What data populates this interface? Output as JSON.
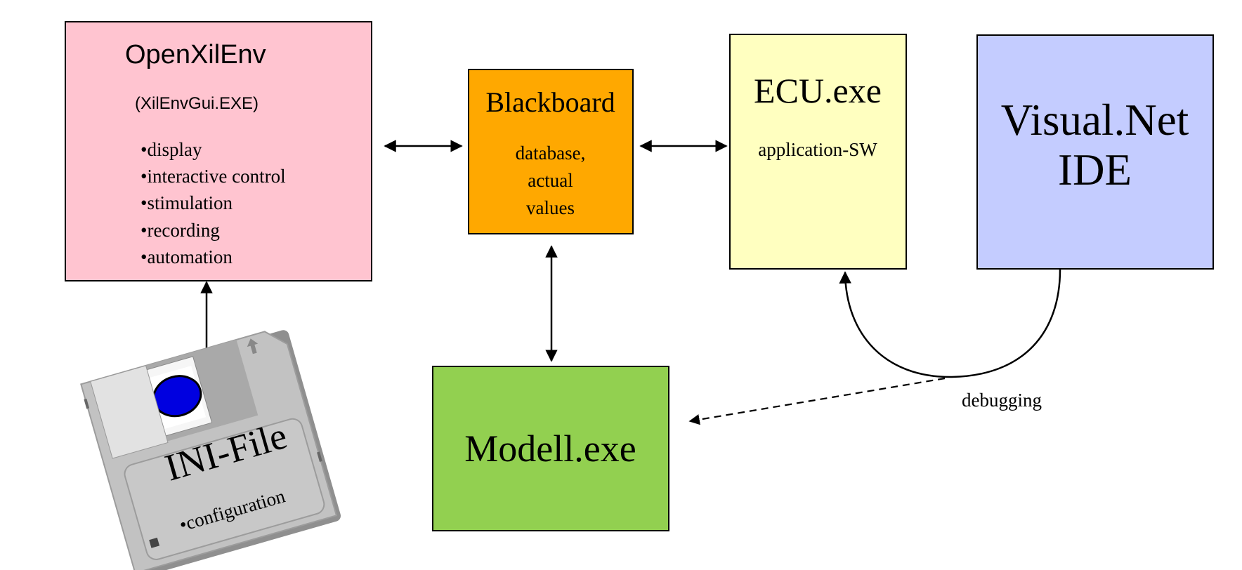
{
  "colors": {
    "openxilenv_fill": "#ffc4d0",
    "blackboard_fill": "#ffa800",
    "ecu_fill": "#ffffc0",
    "visualnet_fill": "#c4ccff",
    "modell_fill": "#92d050",
    "floppy_body": "#bdbdbd",
    "floppy_disk_blue": "#0000e0"
  },
  "openxilenv": {
    "title": "OpenXilEnv",
    "subtitle": "(XilEnvGui.EXE)",
    "features": [
      "•display",
      "•interactive control",
      "•stimulation",
      "•recording",
      "•automation"
    ]
  },
  "blackboard": {
    "title": "Blackboard",
    "lines": [
      "database,",
      "actual",
      "values"
    ]
  },
  "ecu": {
    "title": "ECU.exe",
    "subtitle": "application-SW"
  },
  "visualnet": {
    "lines": [
      "Visual.Net",
      "IDE"
    ]
  },
  "modell": {
    "title": "Modell.exe"
  },
  "ini_file": {
    "title": "INI-File",
    "subtitle": "•configuration",
    "icon": "floppy-disk-icon"
  },
  "debugging_label": "debugging"
}
